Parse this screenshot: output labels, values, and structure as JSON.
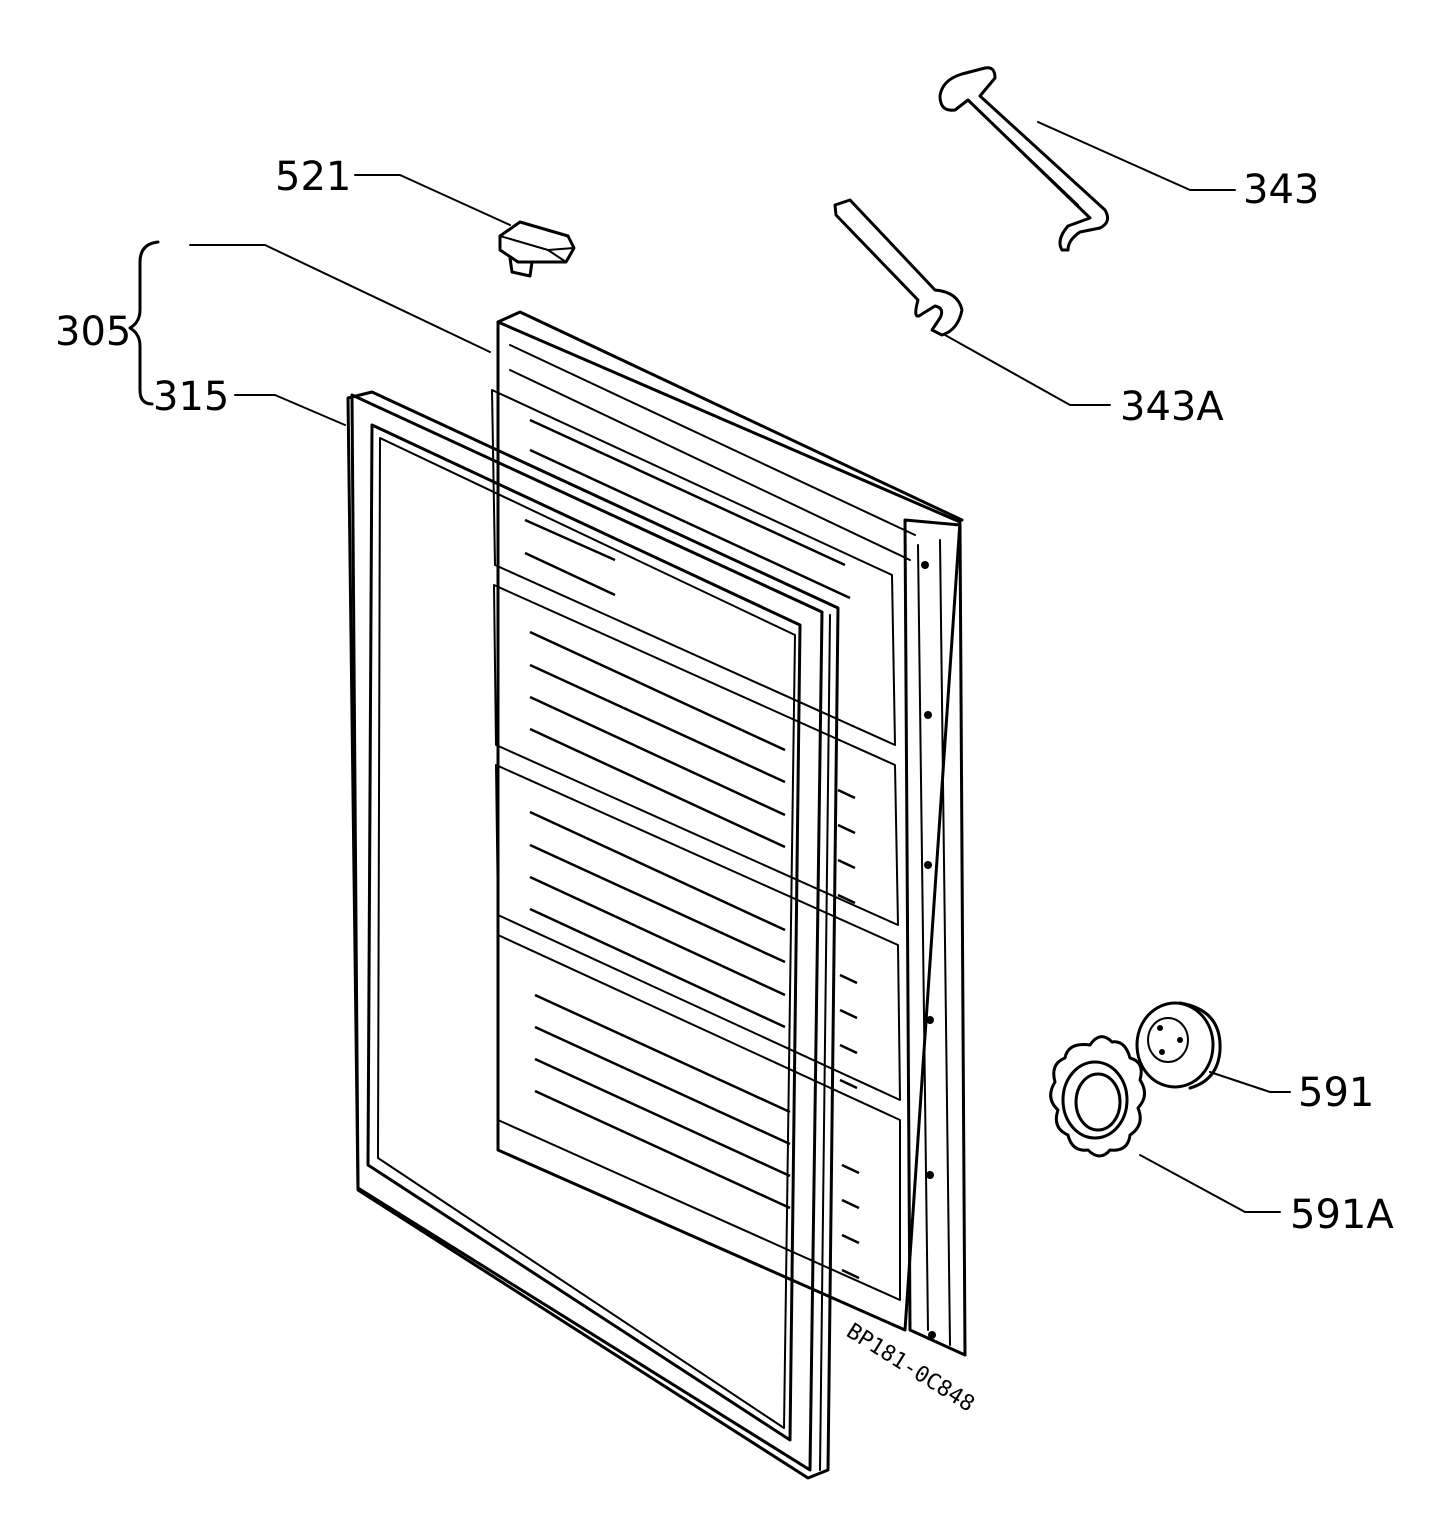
{
  "labels": {
    "p521": "521",
    "p305": "305",
    "p315": "315",
    "p343": "343",
    "p343a": "343A",
    "p591": "591",
    "p591a": "591A"
  },
  "drawing_code": "BP181-0C848",
  "colors": {
    "ink": "#000000",
    "paper": "#ffffff"
  }
}
